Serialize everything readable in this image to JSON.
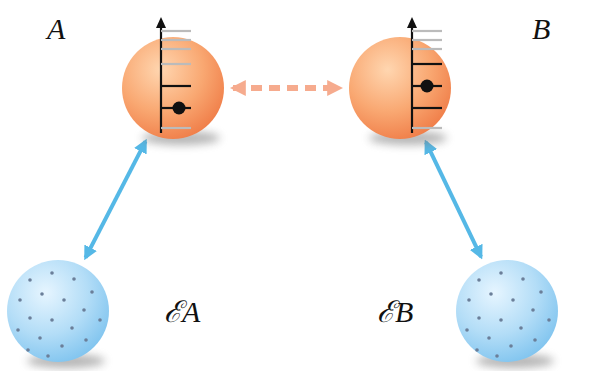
{
  "diagram": {
    "nodes": [
      {
        "text": [
          "A"
        ]
      },
      {
        "text": [
          "B"
        ]
      },
      {
        "text": [
          "ℰA"
        ]
      },
      {
        "text": [
          "ℰB"
        ]
      }
    ],
    "edges": [
      {
        "from": 0,
        "to": 1,
        "arrow": "both"
      },
      {
        "from": 0,
        "to": 2,
        "arrow": "both"
      },
      {
        "from": 1,
        "to": 3,
        "arrow": "both"
      }
    ]
  }
}
